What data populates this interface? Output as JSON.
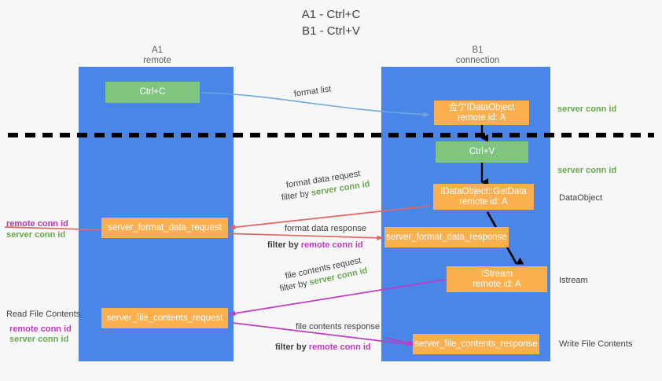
{
  "title": {
    "line1": "A1 - Ctrl+C",
    "line2": "B1 - Ctrl+V"
  },
  "lanes": [
    {
      "name": "A1",
      "sub": "remote"
    },
    {
      "name": "B1",
      "sub": "connection"
    }
  ],
  "colors": {
    "lane": "#4a86e8",
    "green_box": "#7fc57f",
    "orange_box": "#fbaf4f",
    "server_conn": "#6aa84f",
    "remote_conn": "#c13ac1",
    "arrow_blue": "#6fa8dc",
    "arrow_red": "#e06666",
    "arrow_magenta": "#c13ac1",
    "arrow_black": "#000000",
    "divider": "#000000"
  },
  "boxes": {
    "ctrl_c": "Ctrl+C",
    "ctrl_v": "Ctrl+V",
    "idataobject": {
      "line1": "佥亇IDataObject",
      "line2": "remote id: A"
    },
    "getdata": {
      "line1": "IDataObject::GetData",
      "line2": "remote id: A"
    },
    "istream": {
      "line1": "IStream",
      "line2": "remote id: A"
    },
    "server_format_data_request": "server_format_data_request",
    "server_format_data_response": "server_format_data_response",
    "server_file_contents_request": "server_file_contents_request",
    "server_file_contents_response": "server_file_contents_response"
  },
  "edge_labels": {
    "format_list": "format list",
    "format_data_request": {
      "main": "format data request",
      "filter_prefix": "filter by ",
      "filter_value": "server conn id"
    },
    "format_data_response": {
      "main": "format data response",
      "filter_prefix": "filter by ",
      "filter_value": "remote conn id"
    },
    "file_contents_request": {
      "main": "file contents request",
      "filter_prefix": "filter by ",
      "filter_value": "server conn id"
    },
    "file_contents_response": {
      "main": "file contents response",
      "filter_prefix": "filter by ",
      "filter_value": "remote conn id"
    }
  },
  "left_annotations": {
    "remote_conn_id": "remote conn id",
    "server_conn_id": "server conn id",
    "read_file_contents": "Read File Contents",
    "remote_conn_id_2": "remote conn id",
    "server_conn_id_2": "server conn id"
  },
  "right_annotations": {
    "server_conn_id_top": "server conn id",
    "server_conn_id_mid": "server conn id",
    "data_object": "DataObject",
    "istream": "Istream",
    "write_file_contents": "Write File Contents"
  }
}
